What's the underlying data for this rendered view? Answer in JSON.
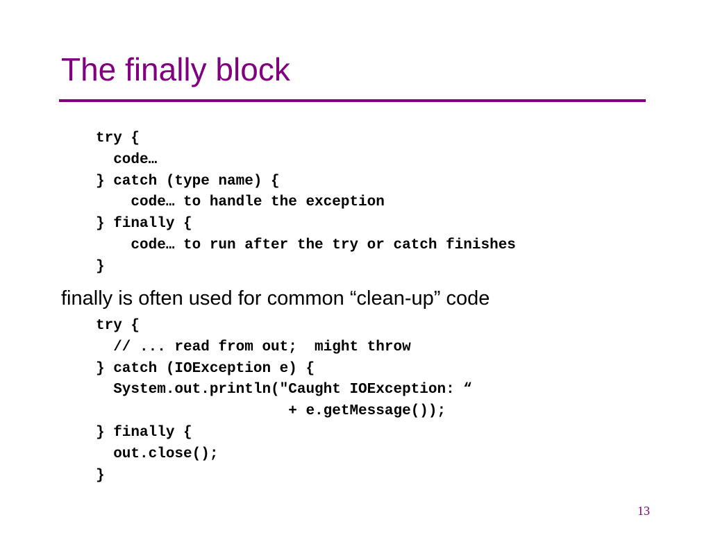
{
  "slide": {
    "title": "The finally block",
    "code_block_1": [
      "try {",
      "  code…",
      "} catch (type name) {",
      "    code… to handle the exception",
      "} finally {",
      "    code… to run after the try or catch finishes",
      "}"
    ],
    "text": "finally is often used for common “clean-up” code",
    "code_block_2": [
      "try {",
      "  // ... read from out;  might throw",
      "} catch (IOException e) {",
      "  System.out.println(\"Caught IOException: “",
      "                      + e.getMessage());",
      "} finally {",
      "  out.close();",
      "}"
    ],
    "page_number": "13"
  },
  "colors": {
    "accent": "#800080",
    "text": "#000000",
    "background": "#ffffff"
  }
}
